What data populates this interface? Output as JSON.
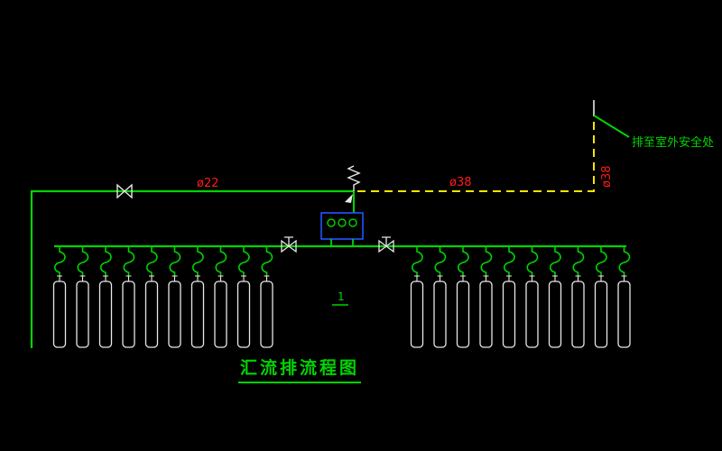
{
  "title": {
    "text": "汇流排流程图"
  },
  "annotations": {
    "left_pipe_dia": "ø22",
    "branch_pipe_dia": "ø38",
    "riser_pipe_dia": "ø38",
    "vent_note": "排至室外安全处",
    "component_tag": "1"
  },
  "equipment": {
    "left_bank_cylinders": 10,
    "right_bank_cylinders": 10,
    "regulator_gauge_count": 3
  },
  "colors": {
    "background": "#000000",
    "pipe_green": "#00d400",
    "vent_yellow": "#f2e700",
    "label_red": "#ff1a1a",
    "regulator_blue": "#2255ff",
    "equipment_white": "#e8e8e8"
  }
}
